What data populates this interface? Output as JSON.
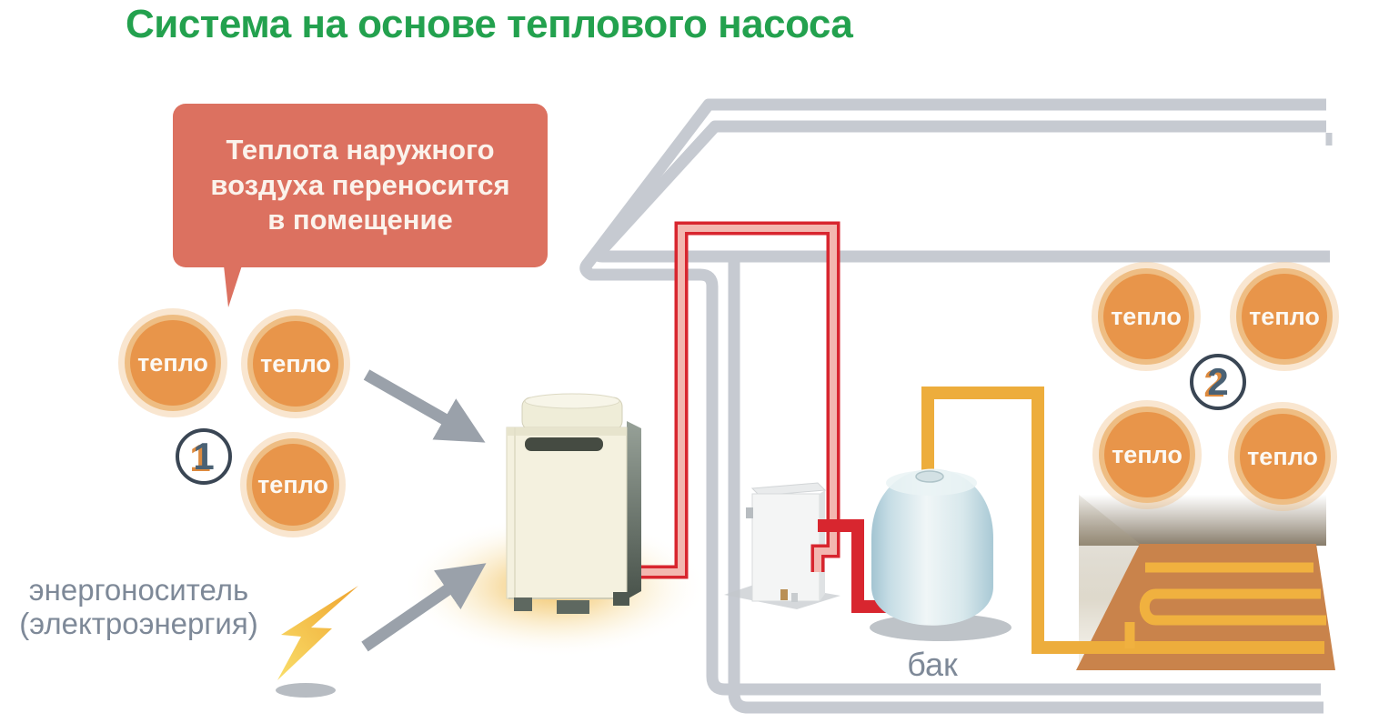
{
  "title": "Система на основе теплового насоса",
  "callout": "Теплота наружного\nвоздуха переносится\nв помещение",
  "labels": {
    "heat": "тепло",
    "tank": "бак",
    "energy_line1": "энергоноситель",
    "energy_line2": "(электроэнергия)"
  },
  "steps": {
    "one": "1",
    "two": "2"
  },
  "icons": {
    "lightning": "lightning-bolt",
    "arrow": "gray-arrow",
    "outdoor_unit": "heat-pump-outdoor-unit",
    "indoor_unit": "hydro-module",
    "tank": "water-tank",
    "underfloor_heating": "underfloor-heating-coil"
  },
  "colors": {
    "title_green": "#23A14E",
    "callout_bg": "#DC7160",
    "heat_orange": "#E8954A",
    "heat_ring": "#EEBD83",
    "pipe_red": "#D8262F",
    "pipe_red_inner": "#F3B7B0",
    "pipe_yellow": "#EDAD3C",
    "house_outline_gray": "#C6CAD1",
    "arrow_gray": "#9AA1AA",
    "text_gray": "#7E8998",
    "floor_brown": "#C9834B",
    "badge_border": "#3A4654",
    "badge_digit": "#4A6174"
  }
}
